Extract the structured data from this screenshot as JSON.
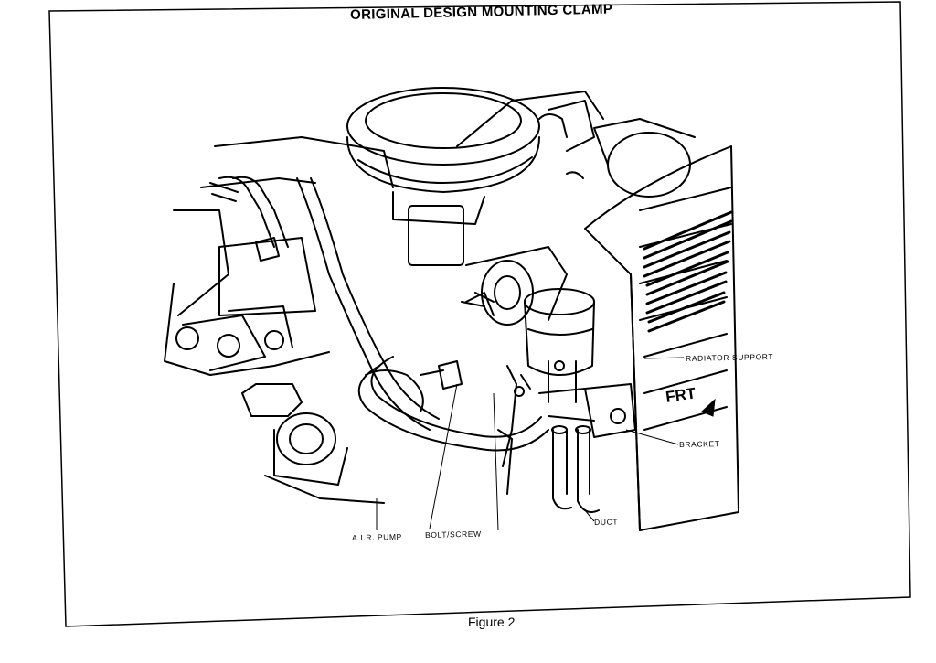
{
  "title": "ORIGINAL DESIGN MOUNTING CLAMP",
  "caption": "Figure 2",
  "callouts": {
    "radiator_support": "RADIATOR SUPPORT",
    "bracket": "BRACKET",
    "duct": "DUCT",
    "air_pump": "A.I.R. PUMP",
    "bolt_screw": "BOLT/SCREW",
    "front_marker": "FRT"
  }
}
